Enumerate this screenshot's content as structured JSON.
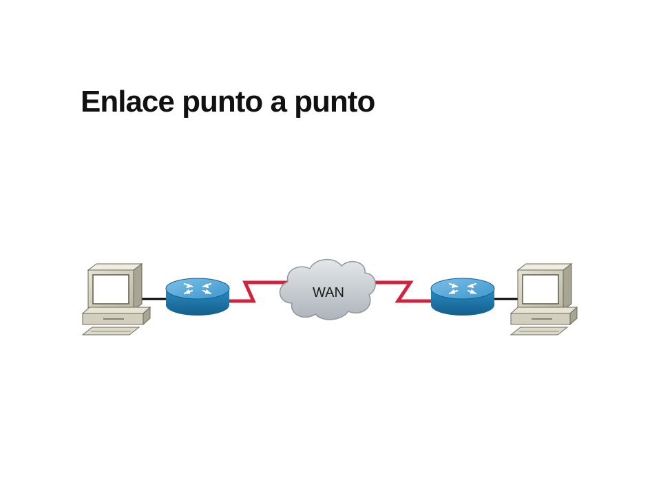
{
  "slide": {
    "title": "Enlace punto a punto"
  },
  "diagram": {
    "cloud_label": "WAN",
    "nodes": [
      {
        "name": "pc-left",
        "kind": "workstation"
      },
      {
        "name": "router-left",
        "kind": "router"
      },
      {
        "name": "wan-cloud",
        "kind": "cloud"
      },
      {
        "name": "router-right",
        "kind": "router"
      },
      {
        "name": "pc-right",
        "kind": "workstation"
      }
    ],
    "links": [
      {
        "from": "pc-left",
        "to": "router-left",
        "style": "ethernet",
        "color": "#000000"
      },
      {
        "from": "router-left",
        "to": "wan-cloud",
        "style": "serial",
        "color": "#d2233c"
      },
      {
        "from": "wan-cloud",
        "to": "router-right",
        "style": "serial",
        "color": "#d2233c"
      },
      {
        "from": "router-right",
        "to": "pc-right",
        "style": "ethernet",
        "color": "#000000"
      }
    ],
    "colors": {
      "router_body": "#1d7fb8",
      "router_top": "#4aa3d6",
      "cloud_fill": "#c9ced3",
      "pc_body": "#d6d3c4"
    }
  }
}
